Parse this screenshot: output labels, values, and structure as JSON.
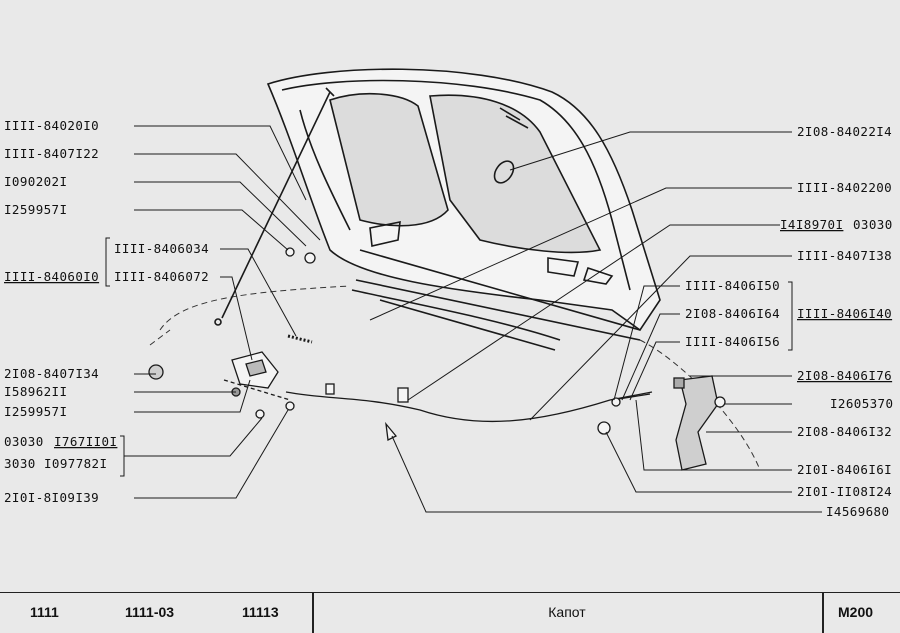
{
  "left_labels": [
    {
      "id": "l1",
      "text": "IIII-84020I0"
    },
    {
      "id": "l2",
      "text": "IIII-8407I22"
    },
    {
      "id": "l3",
      "text": "I090202I"
    },
    {
      "id": "l4",
      "text": "I259957I"
    },
    {
      "id": "l5",
      "text": "IIII-8406034"
    },
    {
      "id": "l6",
      "text": "IIII-84060I0"
    },
    {
      "id": "l7",
      "text": "IIII-8406072"
    },
    {
      "id": "l8",
      "text": "2I08-8407I34"
    },
    {
      "id": "l9",
      "text": "I58962II"
    },
    {
      "id": "l10",
      "text": "I259957I"
    },
    {
      "id": "l11a",
      "text": "03030"
    },
    {
      "id": "l11b",
      "text": "I767II0I"
    },
    {
      "id": "l12a",
      "text": "3030"
    },
    {
      "id": "l12b",
      "text": "I097782I"
    },
    {
      "id": "l13",
      "text": "2I0I-8I09I39"
    }
  ],
  "right_labels": [
    {
      "id": "r1",
      "text": "2I08-84022I4"
    },
    {
      "id": "r2",
      "text": "IIII-8402200"
    },
    {
      "id": "r3a",
      "text": "I4I8970I"
    },
    {
      "id": "r3b",
      "text": "03030"
    },
    {
      "id": "r4",
      "text": "IIII-8407I38"
    },
    {
      "id": "r5",
      "text": "IIII-8406I50"
    },
    {
      "id": "r6",
      "text": "2I08-8406I64"
    },
    {
      "id": "r7",
      "text": "IIII-8406I40"
    },
    {
      "id": "r8",
      "text": "IIII-8406I56"
    },
    {
      "id": "r9",
      "text": "2I08-8406I76"
    },
    {
      "id": "r10",
      "text": "I2605370"
    },
    {
      "id": "r11",
      "text": "2I08-8406I32"
    },
    {
      "id": "r12",
      "text": "2I0I-8406I6I"
    },
    {
      "id": "r13",
      "text": "2I0I-II08I24"
    },
    {
      "id": "r14",
      "text": "I4569680"
    }
  ],
  "footer": {
    "models": [
      "1111",
      "1111-03",
      "11113"
    ],
    "title": "Капот",
    "code": "M200"
  }
}
